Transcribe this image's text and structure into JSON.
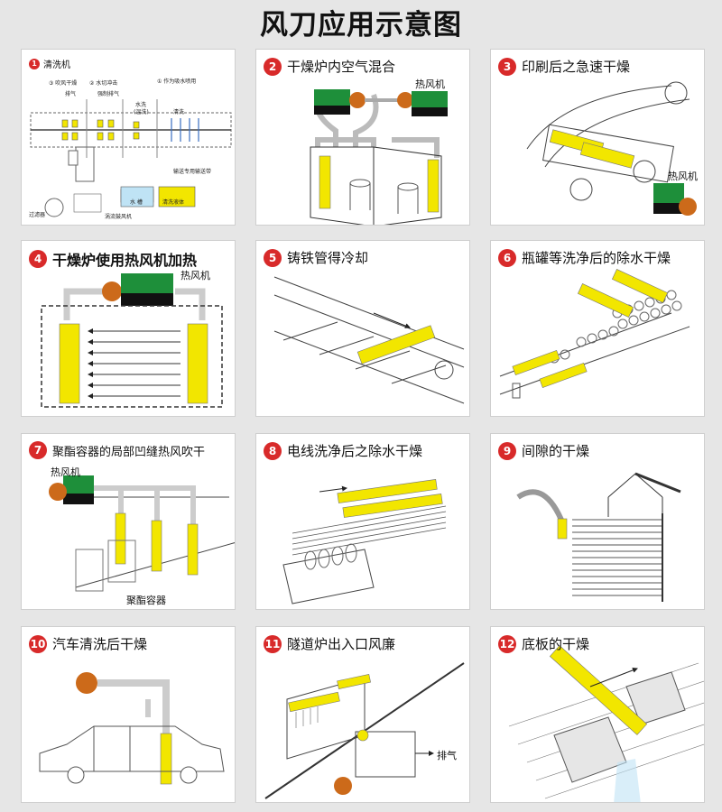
{
  "title": "风刀应用示意图",
  "colors": {
    "blade": "#f2e600",
    "motor": "#1e8f3a",
    "fan": "#cc6a1a",
    "badge": "#d82a2a"
  },
  "panels": [
    {
      "number": "1",
      "title": "清洗机",
      "labels": {
        "blow_dry": "③ 吹风干燥",
        "water_cut": "② 水切冲击",
        "exhaust": "排气",
        "forced_exhaust": "强制排气",
        "mist_exhaust": "① 作为吸水喷用",
        "water_wash": "水洗",
        "water_wash2": "(温洗)",
        "clean": "清洗",
        "conveyor": "输送专用输送带",
        "tank": "水 槽",
        "cleaning_fluid": "清洗液体",
        "filter": "过滤器",
        "vortex_fan": "涡流鼓风机"
      }
    },
    {
      "number": "2",
      "title": "干燥炉内空气混合",
      "labels": {
        "blower": "热风机"
      }
    },
    {
      "number": "3",
      "title": "印刷后之急速干燥",
      "labels": {
        "blower": "热风机"
      }
    },
    {
      "number": "4",
      "title": "干燥炉使用热风机加热",
      "labels": {
        "blower": "热风机"
      }
    },
    {
      "number": "5",
      "title": "铸铁管得冷却"
    },
    {
      "number": "6",
      "title": "瓶罐等洗净后的除水干燥"
    },
    {
      "number": "7",
      "title": "聚酯容器的局部凹缝热风吹干",
      "labels": {
        "blower": "热风机",
        "container": "聚酯容器"
      }
    },
    {
      "number": "8",
      "title": "电线洗净后之除水干燥"
    },
    {
      "number": "9",
      "title": "间隙的干燥"
    },
    {
      "number": "10",
      "title": "汽车清洗后干燥"
    },
    {
      "number": "11",
      "title": "隧道炉出入口风廉",
      "labels": {
        "exhaust": "排气"
      }
    },
    {
      "number": "12",
      "title": "底板的干燥"
    }
  ]
}
